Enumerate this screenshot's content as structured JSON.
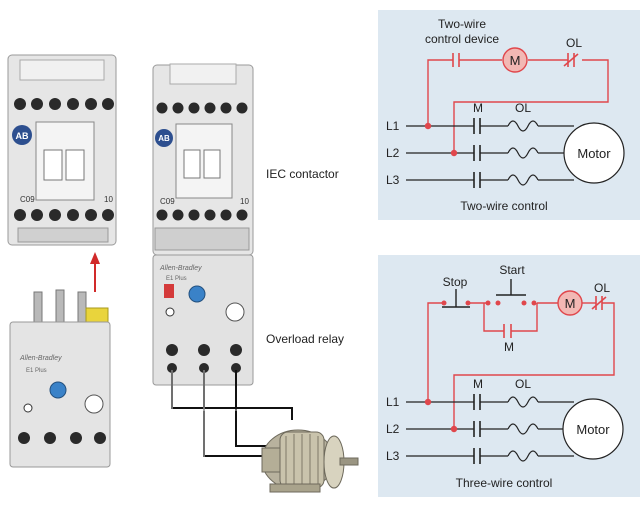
{
  "labels": {
    "iec_contactor": "IEC contactor",
    "overload_relay": "Overload relay"
  },
  "device_text": {
    "brand_ab": "AB",
    "model_c09": "C09",
    "aux_10": "10",
    "brand_script": "Allen-Bradley",
    "product_e1": "E1 Plus"
  },
  "two_wire": {
    "device_label_line1": "Two-wire",
    "device_label_line2": "control device",
    "coil": "M",
    "ol_contact": "OL",
    "contact_m": "M",
    "overload": "OL",
    "lines": [
      "L1",
      "L2",
      "L3"
    ],
    "motor": "Motor",
    "caption": "Two-wire control"
  },
  "three_wire": {
    "stop": "Stop",
    "start": "Start",
    "coil": "M",
    "ol_contact": "OL",
    "seal_in": "M",
    "contact_m": "M",
    "overload": "OL",
    "lines": [
      "L1",
      "L2",
      "L3"
    ],
    "motor": "Motor",
    "caption": "Three-wire control"
  },
  "colors": {
    "panel": "#dde8f1",
    "control_wire": "#e0474c",
    "coil_fill": "#f2b8b4",
    "line": "#222222",
    "contactor_body": "#dcdcdc",
    "relay_blue": "#3a82c8",
    "relay_yellow": "#e9d43c",
    "arrow": "#d12a2a"
  }
}
